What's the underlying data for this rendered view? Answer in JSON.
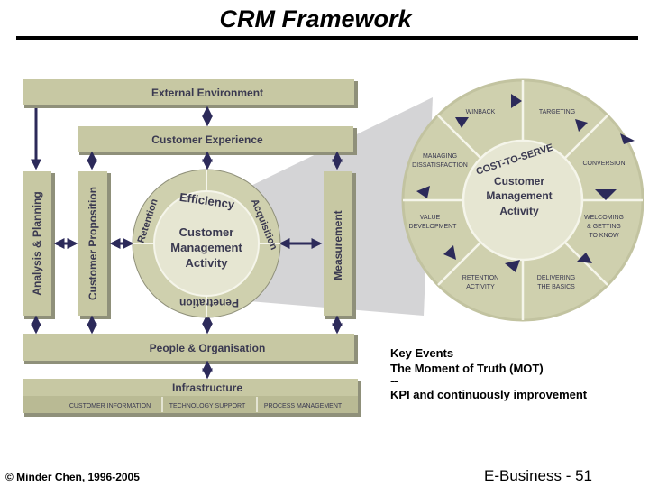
{
  "title": "CRM Framework",
  "boxes": {
    "external_environment": "External Environment",
    "customer_experience": "Customer Experience",
    "analysis_planning": "Analysis & Planning",
    "customer_proposition": "Customer Proposition",
    "measurement": "Measurement",
    "people_organisation": "People & Organisation",
    "infrastructure": "Infrastructure",
    "infra_sub": [
      "CUSTOMER INFORMATION",
      "TECHNOLOGY SUPPORT",
      "PROCESS MANAGEMENT"
    ]
  },
  "small_circle": {
    "center": [
      "Customer",
      "Management",
      "Activity"
    ],
    "efficiency": "Efficiency",
    "acquisition": "Acquisition",
    "retention": "Retention",
    "penetration": "Penetration"
  },
  "big_circle": {
    "center": [
      "Customer",
      "Management",
      "Activity"
    ],
    "cost_to_serve": "COST-TO-SERVE",
    "segments": {
      "winback": "WINBACK",
      "targeting": "TARGETING",
      "managing": [
        "MANAGING",
        "DISSATISFACTION"
      ],
      "conversion": "CONVERSION",
      "value_development": [
        "VALUE",
        "DEVELOPMENT"
      ],
      "welcoming": [
        "WELCOMING",
        "& GETTING",
        "TO KNOW"
      ],
      "retention_activity": [
        "RETENTION",
        "ACTIVITY"
      ],
      "delivering": [
        "DELIVERING",
        "THE BASICS"
      ]
    }
  },
  "notes": {
    "line1": "Key Events",
    "line2": "The Moment of Truth (MOT)",
    "dash": "--",
    "line3": "KPI and continuously improvement"
  },
  "footer": {
    "copyright": "© Minder Chen, 1996-2005",
    "page": "E-Business - 51"
  },
  "colors": {
    "box": "#c7c8a3",
    "box_shadow": "#8f907a",
    "arrow": "#2c2a5a",
    "text": "#3a3950",
    "circle_outer": "#cfd0ae",
    "circle_inner": "#e6e6d2",
    "beam": "#d4d4d6"
  }
}
